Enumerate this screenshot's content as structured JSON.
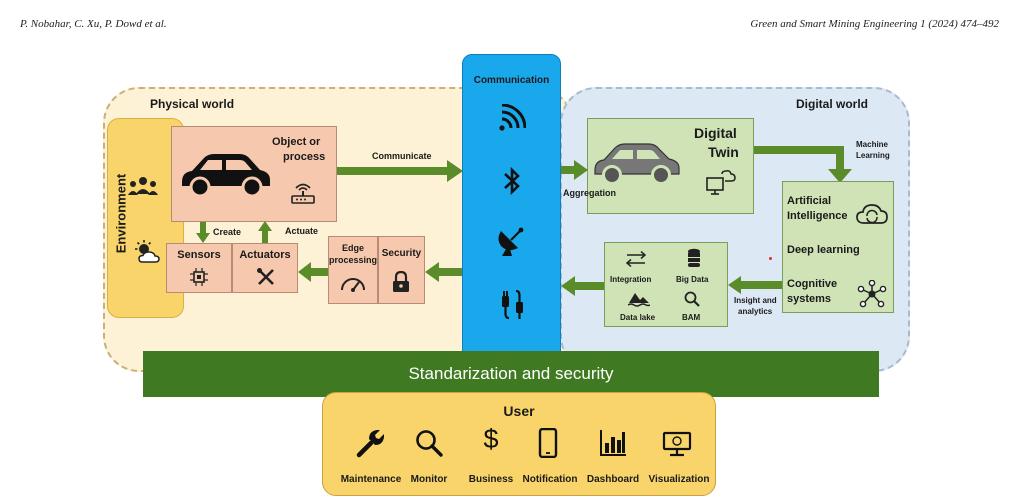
{
  "header": {
    "authors": "P. Nobahar, C. Xu, P. Dowd et al.",
    "journal": "Green and Smart Mining Engineering 1 (2024) 474–492"
  },
  "physical": {
    "title": "Physical world",
    "environment": "Environment",
    "object_line1": "Object or",
    "object_line2": "process",
    "sensors": "Sensors",
    "actuators": "Actuators",
    "create": "Create",
    "actuate": "Actuate",
    "communicate": "Communicate",
    "edge_line1": "Edge",
    "edge_line2": "processing",
    "security": "Security"
  },
  "communication": {
    "title": "Communication"
  },
  "digital": {
    "title": "Digital world",
    "twin_line1": "Digital",
    "twin_line2": "Twin",
    "aggregation": "Aggregation",
    "ml_line1": "Machine",
    "ml_line2": "Learning",
    "ai_line1": "Artificial",
    "ai_line2": "Intelligence",
    "deep_learning": "Deep learning",
    "cog_line1": "Cognitive",
    "cog_line2": "systems",
    "integration": "Integration",
    "big_data": "Big Data",
    "data_lake": "Data lake",
    "bam": "BAM",
    "insight_line1": "Insight and",
    "insight_line2": "analytics"
  },
  "standard": "Standarization and security",
  "user": {
    "title": "User",
    "items": [
      {
        "label": "Maintenance",
        "icon": "wrench-icon"
      },
      {
        "label": "Monitor",
        "icon": "magnifier-icon"
      },
      {
        "label": "Business",
        "icon": "dollar-icon"
      },
      {
        "label": "Notification",
        "icon": "phone-icon"
      },
      {
        "label": "Dashboard",
        "icon": "bar-chart-icon"
      },
      {
        "label": "Visualization",
        "icon": "monitor-icon"
      }
    ]
  },
  "colors": {
    "physical_bg": "#fdf2d5",
    "digital_bg": "#dde8f5",
    "communication": "#1aa8ec",
    "standard_bar": "#3f7a22",
    "user_bg": "#f8d46b",
    "arrow": "#5b8c2a"
  }
}
